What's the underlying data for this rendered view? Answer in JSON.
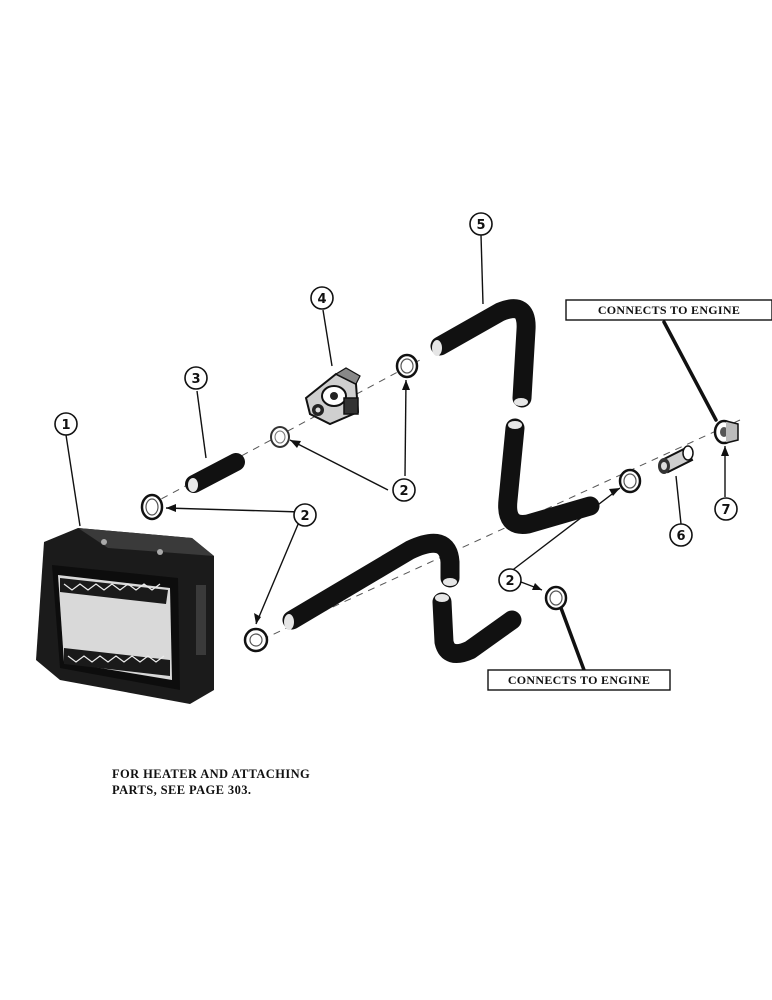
{
  "labels": {
    "engine_connection_top": "CONNECTS TO ENGINE",
    "engine_connection_bottom": "CONNECTS TO ENGINE"
  },
  "callouts": {
    "c1": "1",
    "c2_left": "2",
    "c2_center": "2",
    "c2_right": "2",
    "c3": "3",
    "c4": "4",
    "c5": "5",
    "c6": "6",
    "c7": "7"
  },
  "note": {
    "line1": "FOR HEATER AND ATTACHING",
    "line2": "PARTS, SEE PAGE 303."
  }
}
